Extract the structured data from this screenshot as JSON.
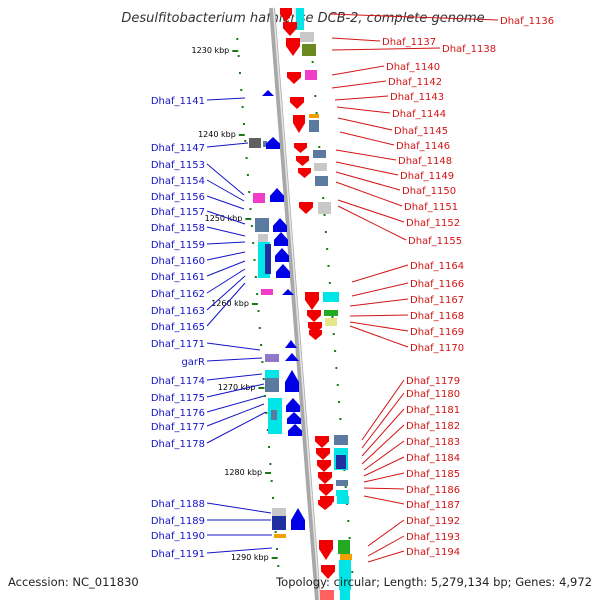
{
  "title": "Desulfitobacterium hafniense DCB-2, complete genome",
  "accession": "Accession: NC_011830",
  "topology": "Topology: circular; Length: 5,279,134 bp; Genes: 4,972",
  "colors": {
    "left_labels": "#1414c8",
    "right_labels": "#d21414",
    "backbone": "#a8a8a8",
    "minus_strand_arrows": "#0000e6",
    "plus_strand_arrows": "#f00000",
    "ticks": "#1a7a1a"
  },
  "scale_ticks": [
    "1230 kbp",
    "1240 kbp",
    "1250 kbp",
    "1260 kbp",
    "1270 kbp",
    "1280 kbp",
    "1290 kbp"
  ],
  "left_genes": [
    "Dhaf_1141",
    "Dhaf_1147",
    "Dhaf_1153",
    "Dhaf_1154",
    "Dhaf_1156",
    "Dhaf_1157",
    "Dhaf_1158",
    "Dhaf_1159",
    "Dhaf_1160",
    "Dhaf_1161",
    "Dhaf_1162",
    "Dhaf_1163",
    "Dhaf_1165",
    "Dhaf_1171",
    "garR",
    "Dhaf_1174",
    "Dhaf_1175",
    "Dhaf_1176",
    "Dhaf_1177",
    "Dhaf_1178",
    "Dhaf_1188",
    "Dhaf_1189",
    "Dhaf_1190",
    "Dhaf_1191"
  ],
  "right_genes": [
    "Dhaf_1136",
    "Dhaf_1137",
    "Dhaf_1138",
    "Dhaf_1140",
    "Dhaf_1142",
    "Dhaf_1143",
    "Dhaf_1144",
    "Dhaf_1145",
    "Dhaf_1146",
    "Dhaf_1148",
    "Dhaf_1149",
    "Dhaf_1150",
    "Dhaf_1151",
    "Dhaf_1152",
    "Dhaf_1155",
    "Dhaf_1164",
    "Dhaf_1166",
    "Dhaf_1167",
    "Dhaf_1168",
    "Dhaf_1169",
    "Dhaf_1170",
    "Dhaf_1179",
    "Dhaf_1180",
    "Dhaf_1181",
    "Dhaf_1182",
    "Dhaf_1183",
    "Dhaf_1184",
    "Dhaf_1185",
    "Dhaf_1186",
    "Dhaf_1187",
    "Dhaf_1192",
    "Dhaf_1193",
    "Dhaf_1194"
  ]
}
